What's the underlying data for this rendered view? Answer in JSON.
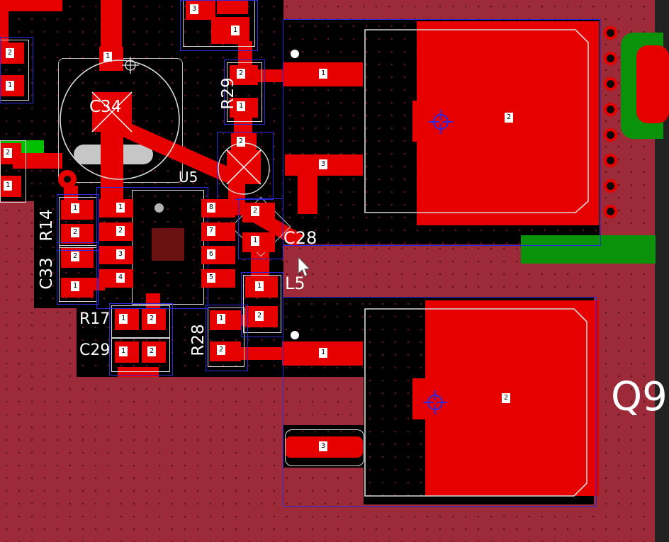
{
  "app": {
    "view": "pcb-layout-editor-canvas"
  },
  "colors": {
    "copper_top": "#e60000",
    "polygon_pour": "#9c2a39",
    "board_background": "#000000",
    "plane_green": "#0a930a",
    "courtyard_blue": "#2a2ae0",
    "silkscreen_white": "#ffffff"
  },
  "labels": {
    "c34": "C34",
    "r29": "R29",
    "r14": "R14",
    "c33": "C33",
    "u5": "U5",
    "c28": "C28",
    "l5": "L5",
    "r17": "R17",
    "c29": "C29",
    "r28": "R28",
    "q9": "Q9"
  },
  "pins": {
    "top_conn_3": "3",
    "top_conn_1": "1",
    "left_a_2": "2",
    "left_a_1": "1",
    "left_b_2": "2",
    "left_b_1": "1",
    "c34_1": "1",
    "r29_2": "2",
    "r29_1": "1",
    "d_circle_2": "2",
    "bar_top_1": "1",
    "bar_upper_3": "3",
    "ic_1": "1",
    "ic_2": "2",
    "ic_3": "3",
    "ic_4": "4",
    "ic_5": "5",
    "ic_6": "6",
    "ic_7": "7",
    "ic_8": "8",
    "r14_1": "1",
    "r14_2": "2",
    "c33_2": "2",
    "c33_1": "1",
    "c28_2": "2",
    "c28_1": "1",
    "l5_1": "1",
    "l5_2": "2",
    "r17_1": "1",
    "r17_2": "2",
    "c29_1": "1",
    "c29_2": "2",
    "r28_1": "1",
    "r28_2": "2",
    "bar_lower_1": "1",
    "bar_bottom_3": "3",
    "q_top_2": "2",
    "q_bottom_2": "2"
  }
}
